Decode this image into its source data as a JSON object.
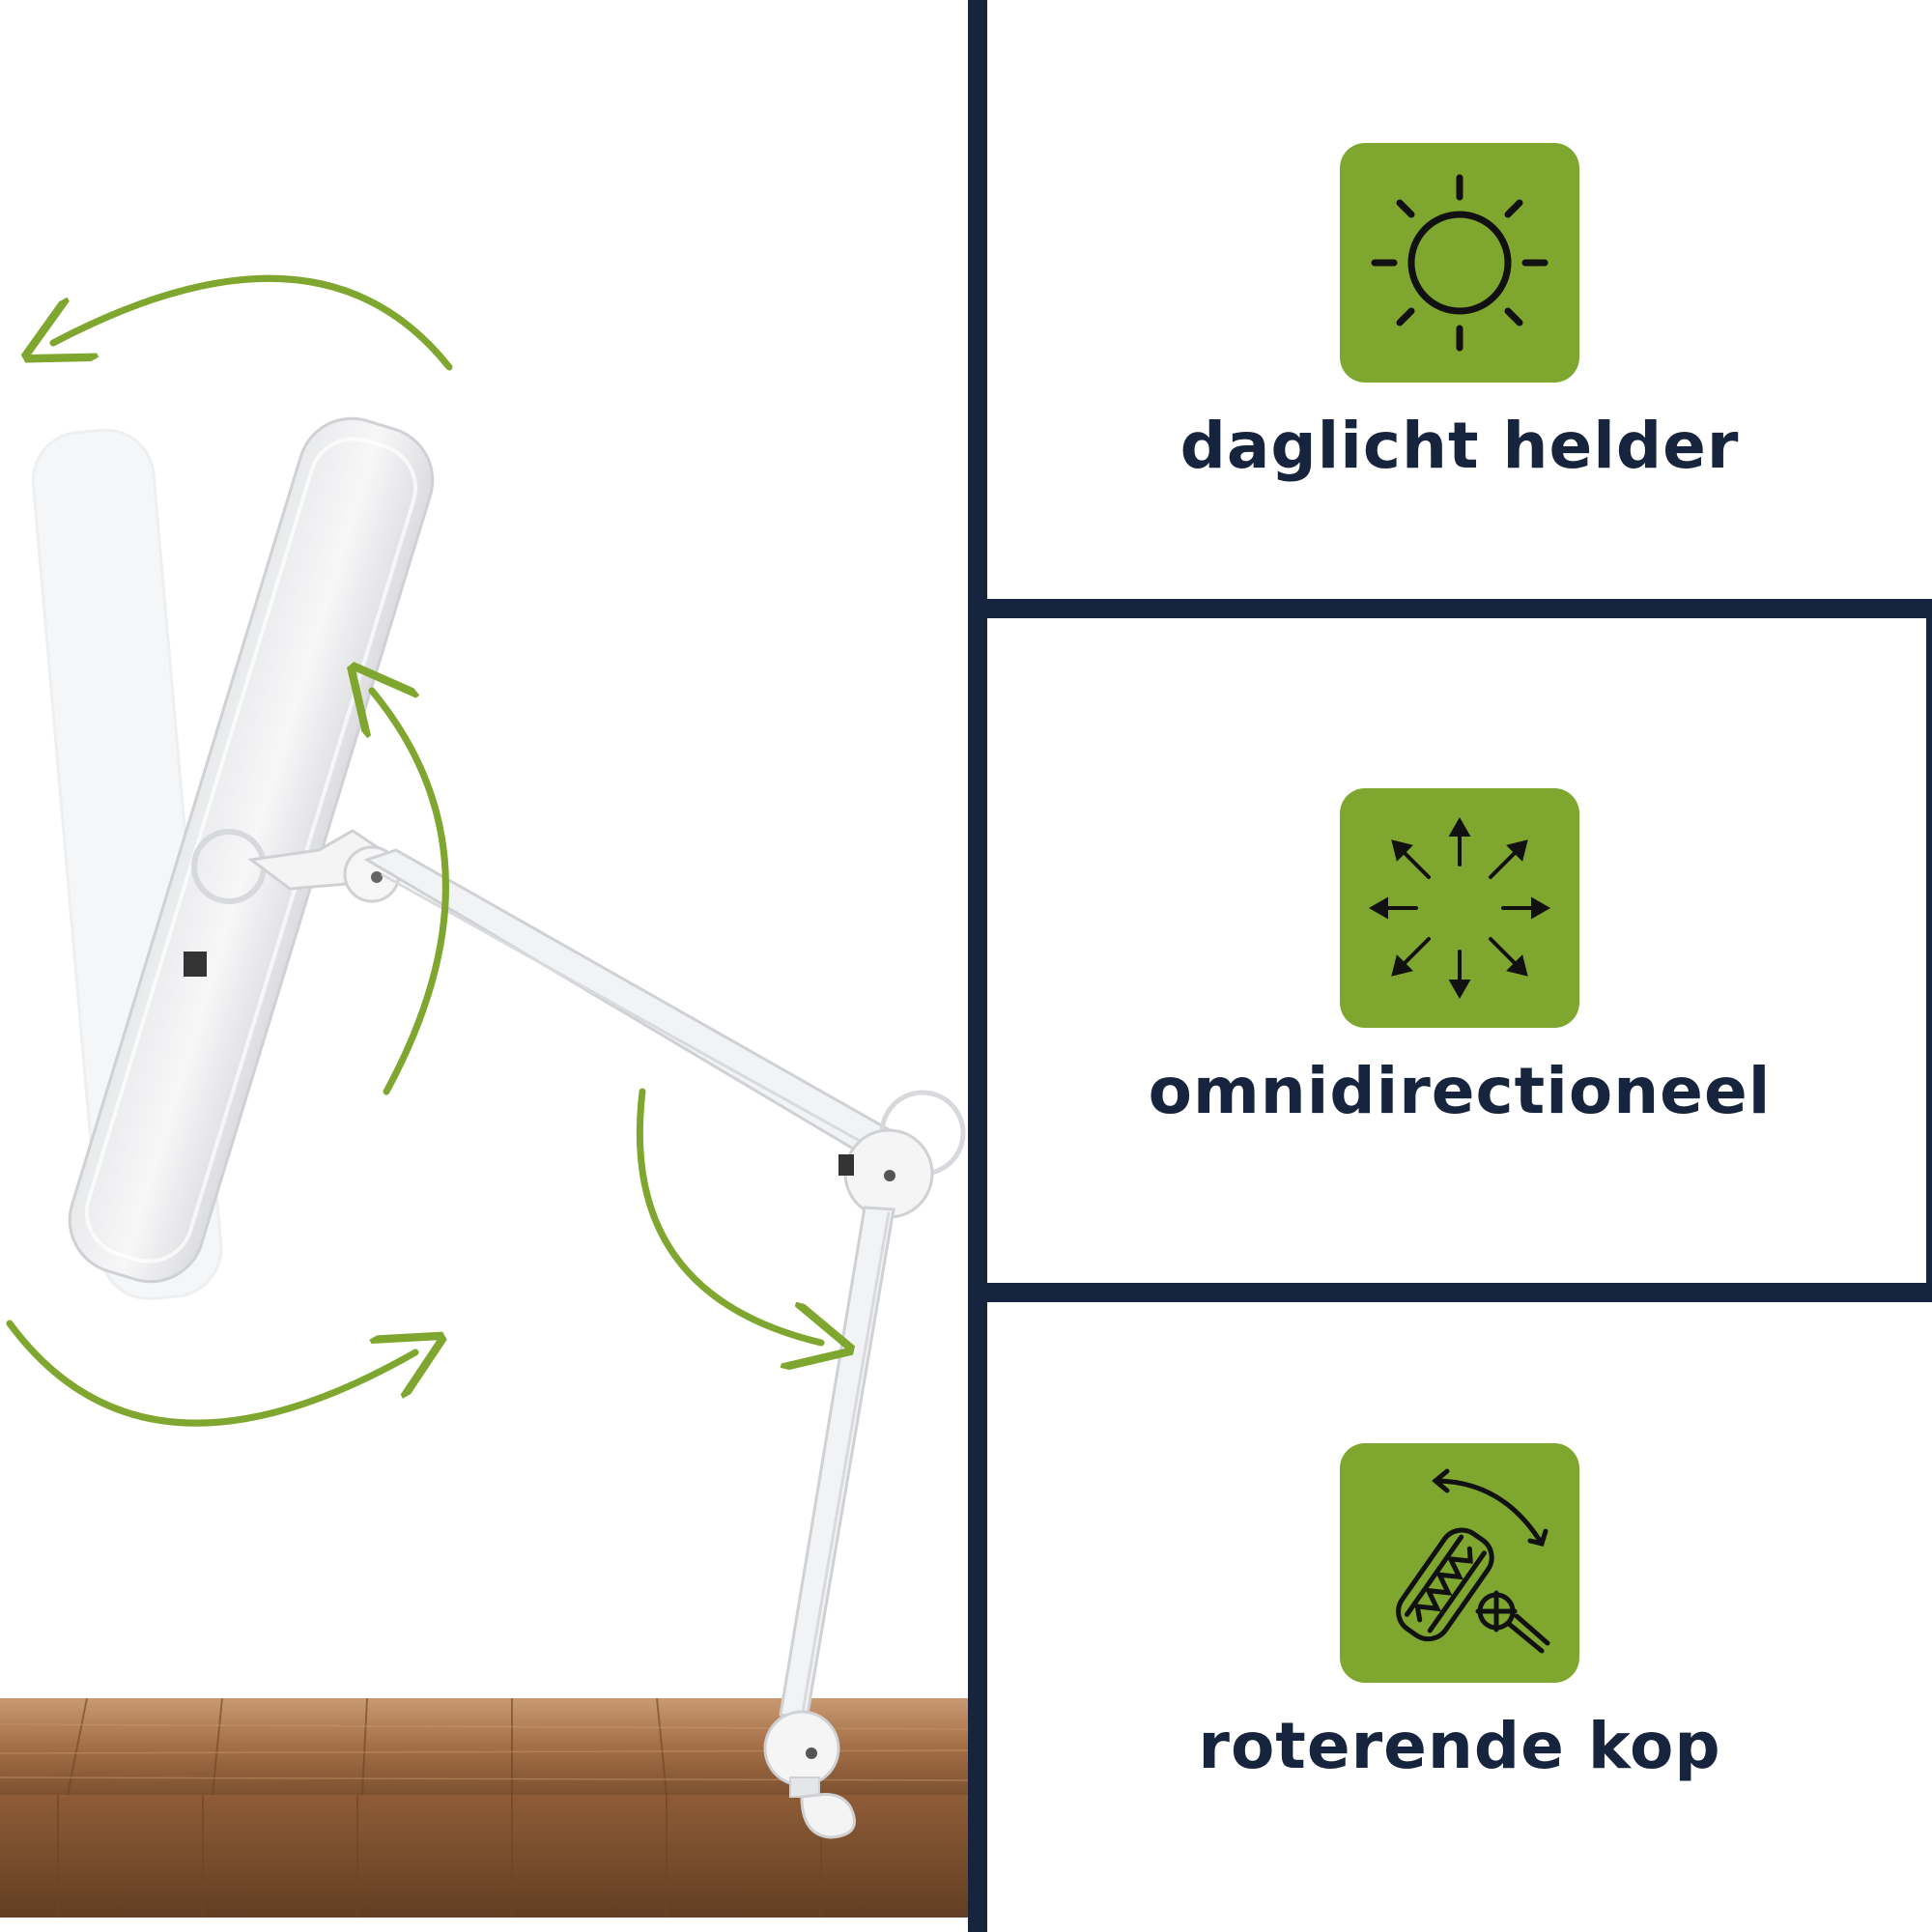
{
  "colors": {
    "navy": "#16243d",
    "accent_green": "#7fa62e",
    "icon_stroke": "#111111",
    "wood": "#a67249"
  },
  "features": [
    {
      "label": "daglicht helder",
      "icon": "sun-icon"
    },
    {
      "label": "omnidirectioneel",
      "icon": "arrows-out-icon"
    },
    {
      "label": "roterende kop",
      "icon": "rotating-head-icon"
    }
  ]
}
